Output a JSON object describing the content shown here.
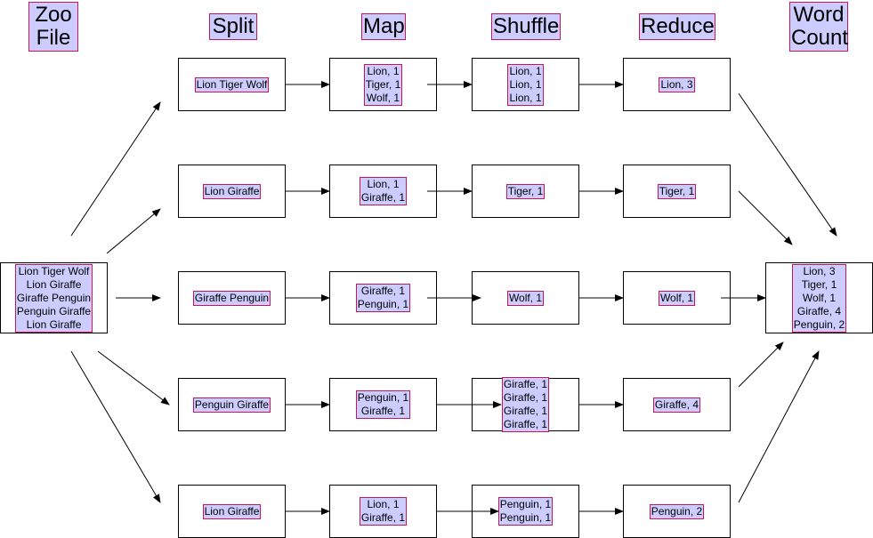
{
  "headers": {
    "zoo_file": [
      "Zoo",
      "File"
    ],
    "split": [
      "Split"
    ],
    "map": [
      "Map"
    ],
    "shuffle": [
      "Shuffle"
    ],
    "reduce": [
      "Reduce"
    ],
    "word_count": [
      "Word",
      "Count"
    ]
  },
  "input": [
    "Lion Tiger Wolf",
    "Lion Giraffe",
    "Giraffe Penguin",
    "Penguin Giraffe",
    "Lion Giraffe"
  ],
  "split": [
    [
      "Lion Tiger Wolf"
    ],
    [
      "Lion Giraffe"
    ],
    [
      "Giraffe Penguin"
    ],
    [
      "Penguin Giraffe"
    ],
    [
      "Lion Giraffe"
    ]
  ],
  "map": [
    [
      "Lion, 1",
      "Tiger, 1",
      "Wolf, 1"
    ],
    [
      "Lion, 1",
      "Giraffe, 1"
    ],
    [
      "Giraffe, 1",
      "Penguin, 1"
    ],
    [
      "Penguin, 1",
      "Giraffe, 1"
    ],
    [
      "Lion, 1",
      "Giraffe, 1"
    ]
  ],
  "shuffle": [
    [
      "Lion, 1",
      "Lion, 1",
      "Lion, 1"
    ],
    [
      "Tiger, 1"
    ],
    [
      "Wolf, 1"
    ],
    [
      "Giraffe, 1",
      "Giraffe, 1",
      "Giraffe, 1",
      "Giraffe, 1"
    ],
    [
      "Penguin, 1",
      "Penguin, 1"
    ]
  ],
  "reduce": [
    [
      "Lion, 3"
    ],
    [
      "Tiger, 1"
    ],
    [
      "Wolf, 1"
    ],
    [
      "Giraffe, 4"
    ],
    [
      "Penguin, 2"
    ]
  ],
  "output": [
    "Lion, 3",
    "Tiger, 1",
    "Wolf, 1",
    "Giraffe, 4",
    "Penguin, 2"
  ],
  "colors": {
    "label_fill": "#ccccff",
    "label_border": "#c2185b",
    "box_border": "#000000",
    "arrow": "#000000"
  }
}
